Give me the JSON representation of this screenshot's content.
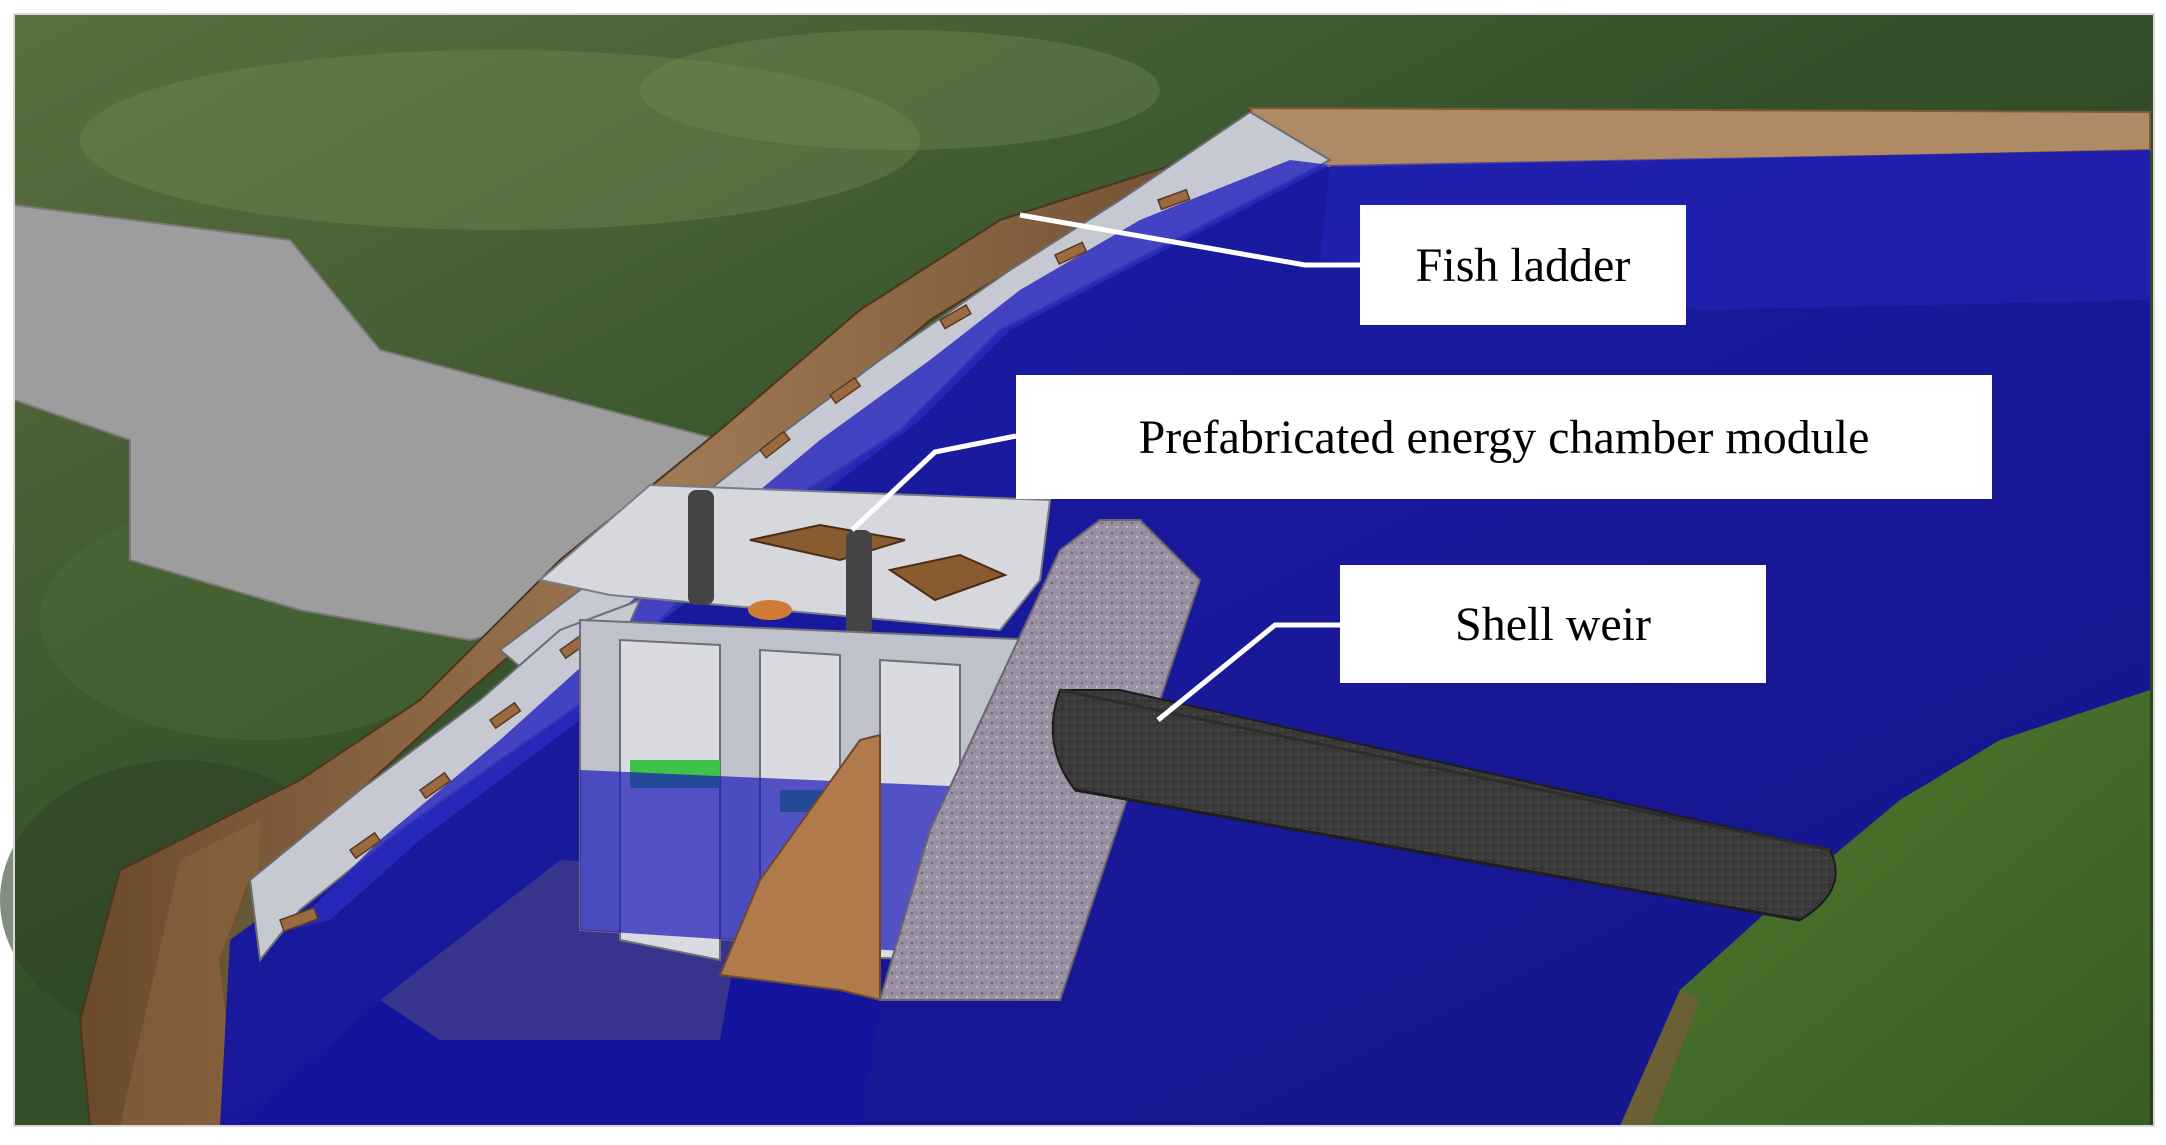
{
  "labels": {
    "fish_ladder": "Fish ladder",
    "energy_chamber": "Prefabricated energy chamber module",
    "shell_weir": "Shell weir"
  },
  "colors": {
    "water": "#1a1a9e",
    "grass": "#3d5a2a",
    "rock": "#7a5a3a",
    "concrete": "#bfc1c8",
    "road": "#9a9a9a",
    "weir": "#3a3a3a",
    "copper": "#b5743a",
    "green_panel": "#3fc24a"
  }
}
